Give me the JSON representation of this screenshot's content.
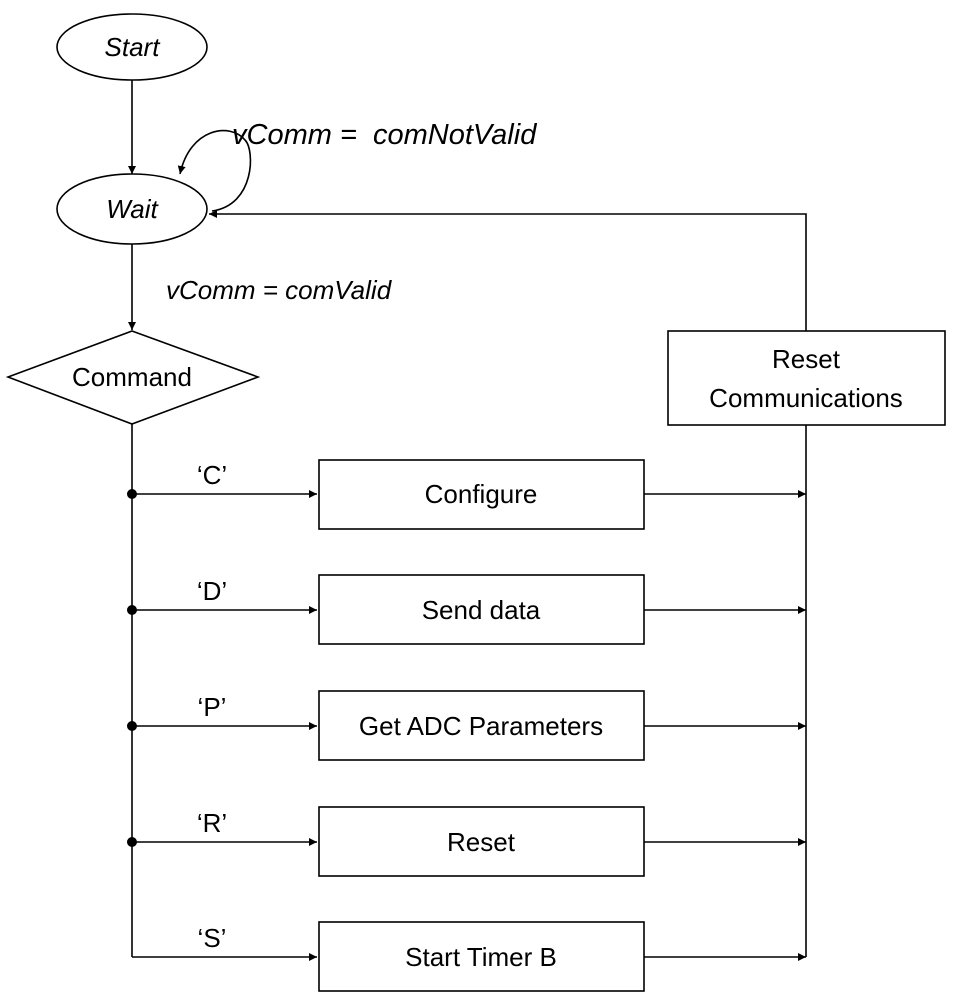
{
  "nodes": {
    "start": "Start",
    "wait": "Wait",
    "command": "Command",
    "reset_comm_line1": "Reset",
    "reset_comm_line2": "Communications",
    "configure": "Configure",
    "send_data": "Send data",
    "get_adc": "Get ADC Parameters",
    "reset": "Reset",
    "start_timer": "Start Timer B"
  },
  "edge_labels": {
    "not_valid": "vComm =  comNotValid",
    "valid": "vComm = comValid",
    "branch_c": "‘C’",
    "branch_d": "‘D’",
    "branch_p": "‘P’",
    "branch_r": "‘R’",
    "branch_s": "‘S’"
  }
}
